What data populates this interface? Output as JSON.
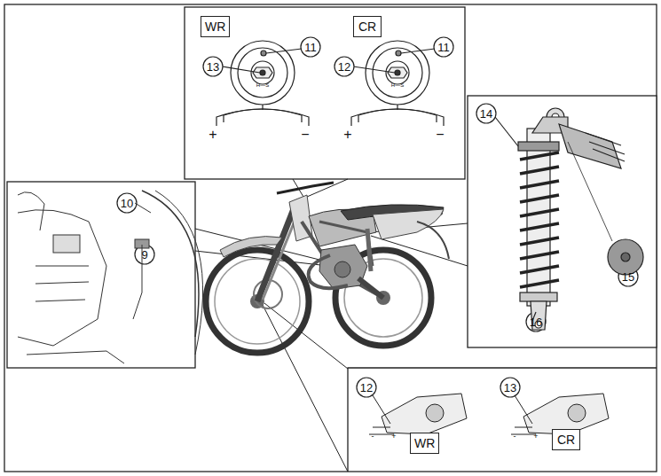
{
  "diagram": {
    "nodes": [
      {
        "text": [
          "WR"
        ]
      },
      {
        "text": [
          "CR"
        ]
      },
      {
        "text": [
          "WR"
        ]
      },
      {
        "text": [
          "CR"
        ]
      }
    ],
    "labels": [
      "13",
      "11",
      "12",
      "11",
      "H—S",
      "H—S",
      "+",
      "−",
      "+",
      "−",
      "10",
      "9",
      "14",
      "15",
      "16",
      "12",
      "13",
      "-",
      "+",
      "-",
      "+"
    ]
  }
}
